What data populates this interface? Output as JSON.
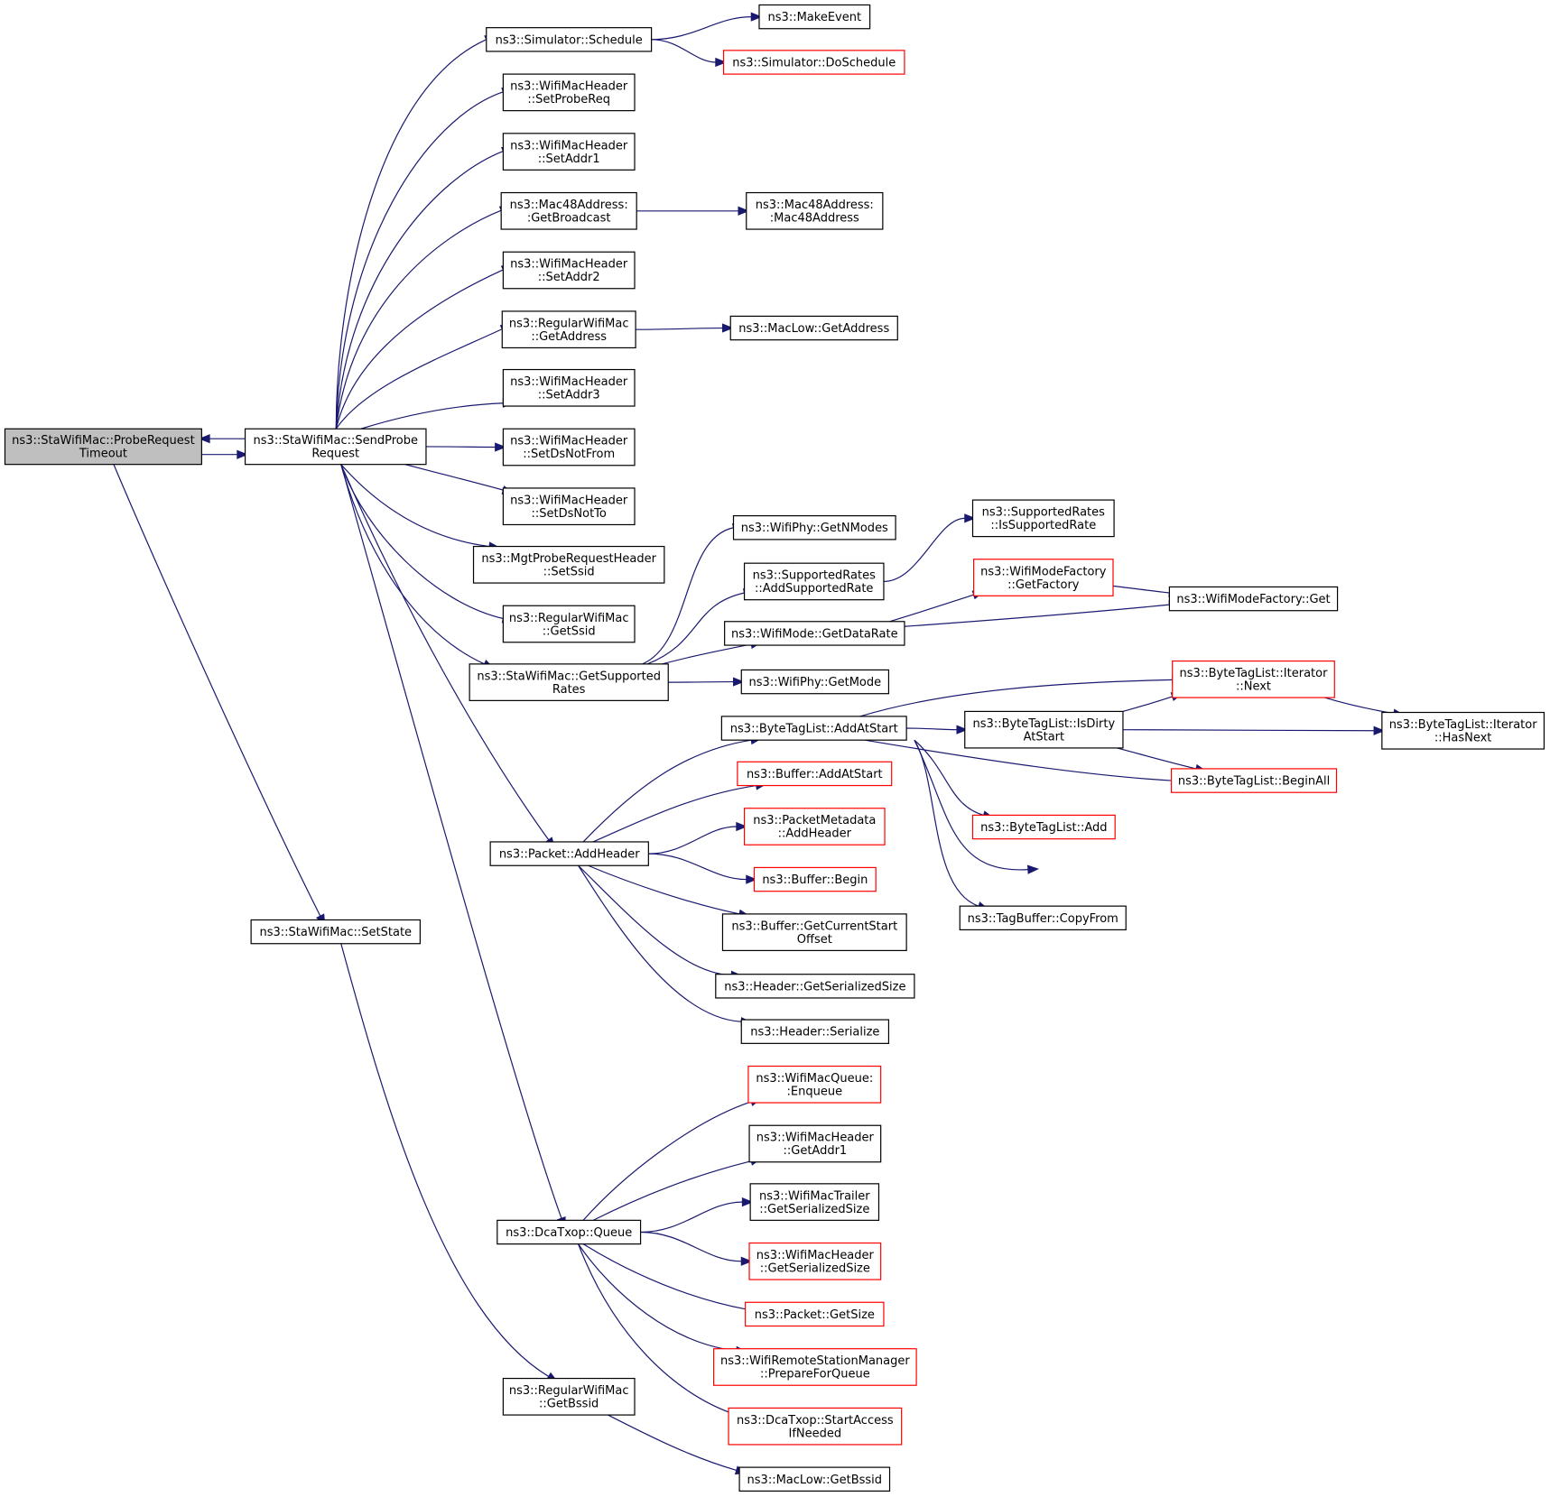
{
  "nodes": [
    {
      "id": "probeTimeout",
      "lines": [
        "ns3::StaWifiMac::ProbeRequest",
        "Timeout"
      ],
      "style": "root"
    },
    {
      "id": "sendProbe",
      "lines": [
        "ns3::StaWifiMac::SendProbe",
        "Request"
      ],
      "style": "normal"
    },
    {
      "id": "setState",
      "lines": [
        "ns3::StaWifiMac::SetState"
      ],
      "style": "normal"
    },
    {
      "id": "schedule",
      "lines": [
        "ns3::Simulator::Schedule"
      ],
      "style": "normal"
    },
    {
      "id": "makeEvent",
      "lines": [
        "ns3::MakeEvent"
      ],
      "style": "normal"
    },
    {
      "id": "doSchedule",
      "lines": [
        "ns3::Simulator::DoSchedule"
      ],
      "style": "red"
    },
    {
      "id": "setProbeReq",
      "lines": [
        "ns3::WifiMacHeader",
        "::SetProbeReq"
      ],
      "style": "normal"
    },
    {
      "id": "setAddr1",
      "lines": [
        "ns3::WifiMacHeader",
        "::SetAddr1"
      ],
      "style": "normal"
    },
    {
      "id": "getBroadcast",
      "lines": [
        "ns3::Mac48Address:",
        ":GetBroadcast"
      ],
      "style": "normal"
    },
    {
      "id": "mac48Ctor",
      "lines": [
        "ns3::Mac48Address:",
        ":Mac48Address"
      ],
      "style": "normal"
    },
    {
      "id": "setAddr2",
      "lines": [
        "ns3::WifiMacHeader",
        "::SetAddr2"
      ],
      "style": "normal"
    },
    {
      "id": "rwmGetAddress",
      "lines": [
        "ns3::RegularWifiMac",
        "::GetAddress"
      ],
      "style": "normal"
    },
    {
      "id": "macLowGetAddress",
      "lines": [
        "ns3::MacLow::GetAddress"
      ],
      "style": "normal"
    },
    {
      "id": "setAddr3",
      "lines": [
        "ns3::WifiMacHeader",
        "::SetAddr3"
      ],
      "style": "normal"
    },
    {
      "id": "setDsNotFrom",
      "lines": [
        "ns3::WifiMacHeader",
        "::SetDsNotFrom"
      ],
      "style": "normal"
    },
    {
      "id": "setDsNotTo",
      "lines": [
        "ns3::WifiMacHeader",
        "::SetDsNotTo"
      ],
      "style": "normal"
    },
    {
      "id": "setSsid",
      "lines": [
        "ns3::MgtProbeRequestHeader",
        "::SetSsid"
      ],
      "style": "normal"
    },
    {
      "id": "rwmGetSsid",
      "lines": [
        "ns3::RegularWifiMac",
        "::GetSsid"
      ],
      "style": "normal"
    },
    {
      "id": "getSupportedRates",
      "lines": [
        "ns3::StaWifiMac::GetSupported",
        "Rates"
      ],
      "style": "normal"
    },
    {
      "id": "getNModes",
      "lines": [
        "ns3::WifiPhy::GetNModes"
      ],
      "style": "normal"
    },
    {
      "id": "addSupportedRate",
      "lines": [
        "ns3::SupportedRates",
        "::AddSupportedRate"
      ],
      "style": "normal"
    },
    {
      "id": "isSupportedRate",
      "lines": [
        "ns3::SupportedRates",
        "::IsSupportedRate"
      ],
      "style": "normal"
    },
    {
      "id": "getDataRate",
      "lines": [
        "ns3::WifiMode::GetDataRate"
      ],
      "style": "normal"
    },
    {
      "id": "getFactory",
      "lines": [
        "ns3::WifiModeFactory",
        "::GetFactory"
      ],
      "style": "red"
    },
    {
      "id": "wmfGet",
      "lines": [
        "ns3::WifiModeFactory::Get"
      ],
      "style": "normal"
    },
    {
      "id": "getMode",
      "lines": [
        "ns3::WifiPhy::GetMode"
      ],
      "style": "normal"
    },
    {
      "id": "addHeader",
      "lines": [
        "ns3::Packet::AddHeader"
      ],
      "style": "normal"
    },
    {
      "id": "btlAddAtStart",
      "lines": [
        "ns3::ByteTagList::AddAtStart"
      ],
      "style": "normal"
    },
    {
      "id": "btlIterNext",
      "lines": [
        "ns3::ByteTagList::Iterator",
        "::Next"
      ],
      "style": "red"
    },
    {
      "id": "btlIsDirty",
      "lines": [
        "ns3::ByteTagList::IsDirty",
        "AtStart"
      ],
      "style": "normal"
    },
    {
      "id": "btlIterHasNext",
      "lines": [
        "ns3::ByteTagList::Iterator",
        "::HasNext"
      ],
      "style": "normal"
    },
    {
      "id": "btlBeginAll",
      "lines": [
        "ns3::ByteTagList::BeginAll"
      ],
      "style": "red"
    },
    {
      "id": "btlAdd",
      "lines": [
        "ns3::ByteTagList::Add"
      ],
      "style": "red"
    },
    {
      "id": "tagCopyFrom",
      "lines": [
        "ns3::TagBuffer::CopyFrom"
      ],
      "style": "normal"
    },
    {
      "id": "bufAddAtStart",
      "lines": [
        "ns3::Buffer::AddAtStart"
      ],
      "style": "red"
    },
    {
      "id": "pmAddHeader",
      "lines": [
        "ns3::PacketMetadata",
        "::AddHeader"
      ],
      "style": "red"
    },
    {
      "id": "bufBegin",
      "lines": [
        "ns3::Buffer::Begin"
      ],
      "style": "red"
    },
    {
      "id": "bufGetCurStart",
      "lines": [
        "ns3::Buffer::GetCurrentStart",
        "Offset"
      ],
      "style": "normal"
    },
    {
      "id": "hdrGetSerSize",
      "lines": [
        "ns3::Header::GetSerializedSize"
      ],
      "style": "normal"
    },
    {
      "id": "hdrSerialize",
      "lines": [
        "ns3::Header::Serialize"
      ],
      "style": "normal"
    },
    {
      "id": "dcaQueue",
      "lines": [
        "ns3::DcaTxop::Queue"
      ],
      "style": "normal"
    },
    {
      "id": "wmqEnqueue",
      "lines": [
        "ns3::WifiMacQueue:",
        ":Enqueue"
      ],
      "style": "red"
    },
    {
      "id": "getAddr1",
      "lines": [
        "ns3::WifiMacHeader",
        "::GetAddr1"
      ],
      "style": "normal"
    },
    {
      "id": "trailerSerSize",
      "lines": [
        "ns3::WifiMacTrailer",
        "::GetSerializedSize"
      ],
      "style": "normal"
    },
    {
      "id": "wmhSerSize",
      "lines": [
        "ns3::WifiMacHeader",
        "::GetSerializedSize"
      ],
      "style": "red"
    },
    {
      "id": "pktGetSize",
      "lines": [
        "ns3::Packet::GetSize"
      ],
      "style": "red"
    },
    {
      "id": "prepareForQueue",
      "lines": [
        "ns3::WifiRemoteStationManager",
        "::PrepareForQueue"
      ],
      "style": "red"
    },
    {
      "id": "startAccess",
      "lines": [
        "ns3::DcaTxop::StartAccess",
        "IfNeeded"
      ],
      "style": "red"
    },
    {
      "id": "rwmGetBssid",
      "lines": [
        "ns3::RegularWifiMac",
        "::GetBssid"
      ],
      "style": "normal"
    },
    {
      "id": "macLowGetBssid",
      "lines": [
        "ns3::MacLow::GetBssid"
      ],
      "style": "normal"
    }
  ],
  "edges": [
    [
      "probeTimeout",
      "sendProbe"
    ],
    [
      "sendProbe",
      "probeTimeout"
    ],
    [
      "probeTimeout",
      "setState"
    ],
    [
      "setState",
      "rwmGetBssid"
    ],
    [
      "rwmGetBssid",
      "macLowGetBssid"
    ],
    [
      "sendProbe",
      "schedule"
    ],
    [
      "schedule",
      "makeEvent"
    ],
    [
      "schedule",
      "doSchedule"
    ],
    [
      "sendProbe",
      "setProbeReq"
    ],
    [
      "sendProbe",
      "setAddr1"
    ],
    [
      "sendProbe",
      "getBroadcast"
    ],
    [
      "getBroadcast",
      "mac48Ctor"
    ],
    [
      "sendProbe",
      "setAddr2"
    ],
    [
      "sendProbe",
      "rwmGetAddress"
    ],
    [
      "rwmGetAddress",
      "macLowGetAddress"
    ],
    [
      "sendProbe",
      "setAddr3"
    ],
    [
      "sendProbe",
      "setDsNotFrom"
    ],
    [
      "sendProbe",
      "setDsNotTo"
    ],
    [
      "sendProbe",
      "setSsid"
    ],
    [
      "sendProbe",
      "rwmGetSsid"
    ],
    [
      "sendProbe",
      "getSupportedRates"
    ],
    [
      "sendProbe",
      "addHeader"
    ],
    [
      "sendProbe",
      "dcaQueue"
    ],
    [
      "getSupportedRates",
      "getNModes"
    ],
    [
      "getSupportedRates",
      "addSupportedRate"
    ],
    [
      "getSupportedRates",
      "getDataRate"
    ],
    [
      "getSupportedRates",
      "getMode"
    ],
    [
      "addSupportedRate",
      "isSupportedRate"
    ],
    [
      "getDataRate",
      "getFactory"
    ],
    [
      "getDataRate",
      "wmfGet"
    ],
    [
      "getFactory",
      "wmfGet"
    ],
    [
      "addHeader",
      "btlAddAtStart"
    ],
    [
      "addHeader",
      "bufAddAtStart"
    ],
    [
      "addHeader",
      "pmAddHeader"
    ],
    [
      "addHeader",
      "bufBegin"
    ],
    [
      "addHeader",
      "bufGetCurStart"
    ],
    [
      "addHeader",
      "hdrGetSerSize"
    ],
    [
      "addHeader",
      "hdrSerialize"
    ],
    [
      "btlAddAtStart",
      "btlIterNext"
    ],
    [
      "btlAddAtStart",
      "btlIsDirty"
    ],
    [
      "btlAddAtStart",
      "btlBeginAll"
    ],
    [
      "btlAddAtStart",
      "btlAdd"
    ],
    [
      "btlAddAtStart",
      "btlIterHasNext"
    ],
    [
      "btlAddAtStart",
      "tagCopyFrom"
    ],
    [
      "btlIsDirty",
      "btlIterNext"
    ],
    [
      "btlIsDirty",
      "btlIterHasNext"
    ],
    [
      "btlIsDirty",
      "btlBeginAll"
    ],
    [
      "btlIterNext",
      "btlIterHasNext"
    ],
    [
      "dcaQueue",
      "wmqEnqueue"
    ],
    [
      "dcaQueue",
      "getAddr1"
    ],
    [
      "dcaQueue",
      "trailerSerSize"
    ],
    [
      "dcaQueue",
      "wmhSerSize"
    ],
    [
      "dcaQueue",
      "pktGetSize"
    ],
    [
      "dcaQueue",
      "prepareForQueue"
    ],
    [
      "dcaQueue",
      "startAccess"
    ]
  ]
}
